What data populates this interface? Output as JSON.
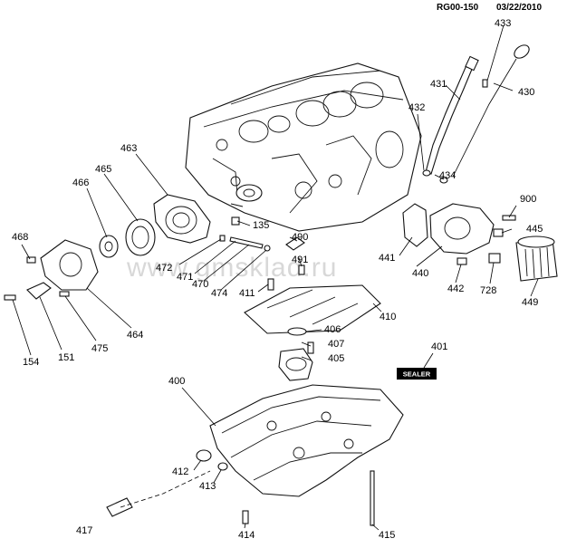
{
  "header": {
    "diagram_code": "RG00-150",
    "date": "03/22/2010"
  },
  "watermark": "www.gmsklad.ru",
  "sealer_badge": "SEALER",
  "callouts": [
    {
      "id": "c433",
      "text": "433"
    },
    {
      "id": "c430",
      "text": "430"
    },
    {
      "id": "c431",
      "text": "431"
    },
    {
      "id": "c432",
      "text": "432"
    },
    {
      "id": "c434",
      "text": "434"
    },
    {
      "id": "c463",
      "text": "463"
    },
    {
      "id": "c465",
      "text": "465"
    },
    {
      "id": "c466",
      "text": "466"
    },
    {
      "id": "c468",
      "text": "468"
    },
    {
      "id": "c135",
      "text": "135"
    },
    {
      "id": "c490",
      "text": "490"
    },
    {
      "id": "c491",
      "text": "491"
    },
    {
      "id": "c472",
      "text": "472"
    },
    {
      "id": "c471",
      "text": "471"
    },
    {
      "id": "c470",
      "text": "470"
    },
    {
      "id": "c474",
      "text": "474"
    },
    {
      "id": "c411",
      "text": "411"
    },
    {
      "id": "c900",
      "text": "900"
    },
    {
      "id": "c445",
      "text": "445"
    },
    {
      "id": "c441",
      "text": "441"
    },
    {
      "id": "c440",
      "text": "440"
    },
    {
      "id": "c442",
      "text": "442"
    },
    {
      "id": "c728",
      "text": "728"
    },
    {
      "id": "c449",
      "text": "449"
    },
    {
      "id": "c410",
      "text": "410"
    },
    {
      "id": "c406",
      "text": "406"
    },
    {
      "id": "c407",
      "text": "407"
    },
    {
      "id": "c405",
      "text": "405"
    },
    {
      "id": "c154",
      "text": "154"
    },
    {
      "id": "c151",
      "text": "151"
    },
    {
      "id": "c475",
      "text": "475"
    },
    {
      "id": "c464",
      "text": "464"
    },
    {
      "id": "c401",
      "text": "401"
    },
    {
      "id": "c400",
      "text": "400"
    },
    {
      "id": "c412",
      "text": "412"
    },
    {
      "id": "c413",
      "text": "413"
    },
    {
      "id": "c417",
      "text": "417"
    },
    {
      "id": "c414",
      "text": "414"
    },
    {
      "id": "c415",
      "text": "415"
    }
  ]
}
